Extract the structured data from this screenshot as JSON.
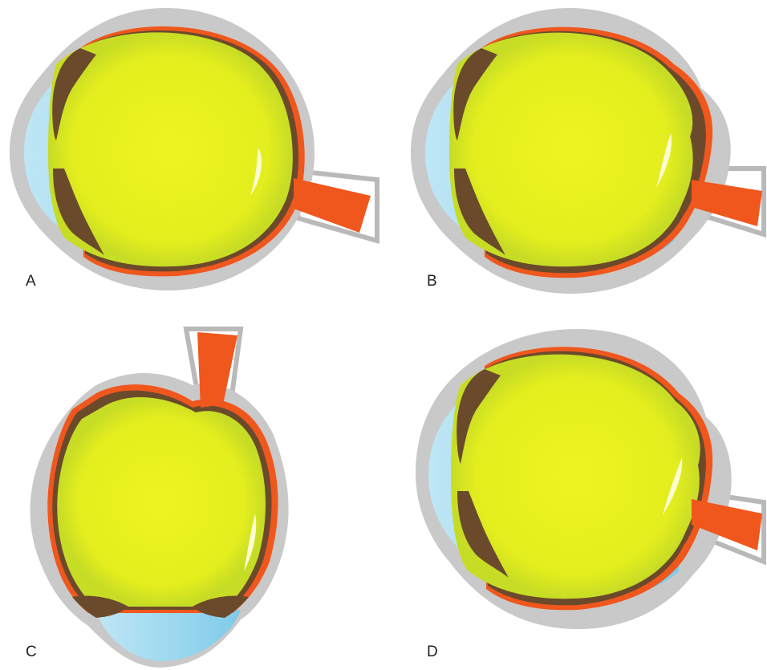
{
  "panels": [
    {
      "id": "A",
      "label": "A"
    },
    {
      "id": "B",
      "label": "B"
    },
    {
      "id": "C",
      "label": "C"
    },
    {
      "id": "D",
      "label": "D"
    }
  ],
  "colors": {
    "background": "#ffffff",
    "sclera": "#c9c9c9",
    "sclera_edge": "#a9a9a9",
    "retina": "#f0571d",
    "choroid": "#6b4a2b",
    "vitreous": "#e6ef1e",
    "vitreous_edge": "#b9cf2a",
    "aqueous": "#a9dcf0",
    "aqueous_light": "#e3f4fb",
    "nerve": "#f0571d",
    "highlight": "#fbfcd2"
  }
}
